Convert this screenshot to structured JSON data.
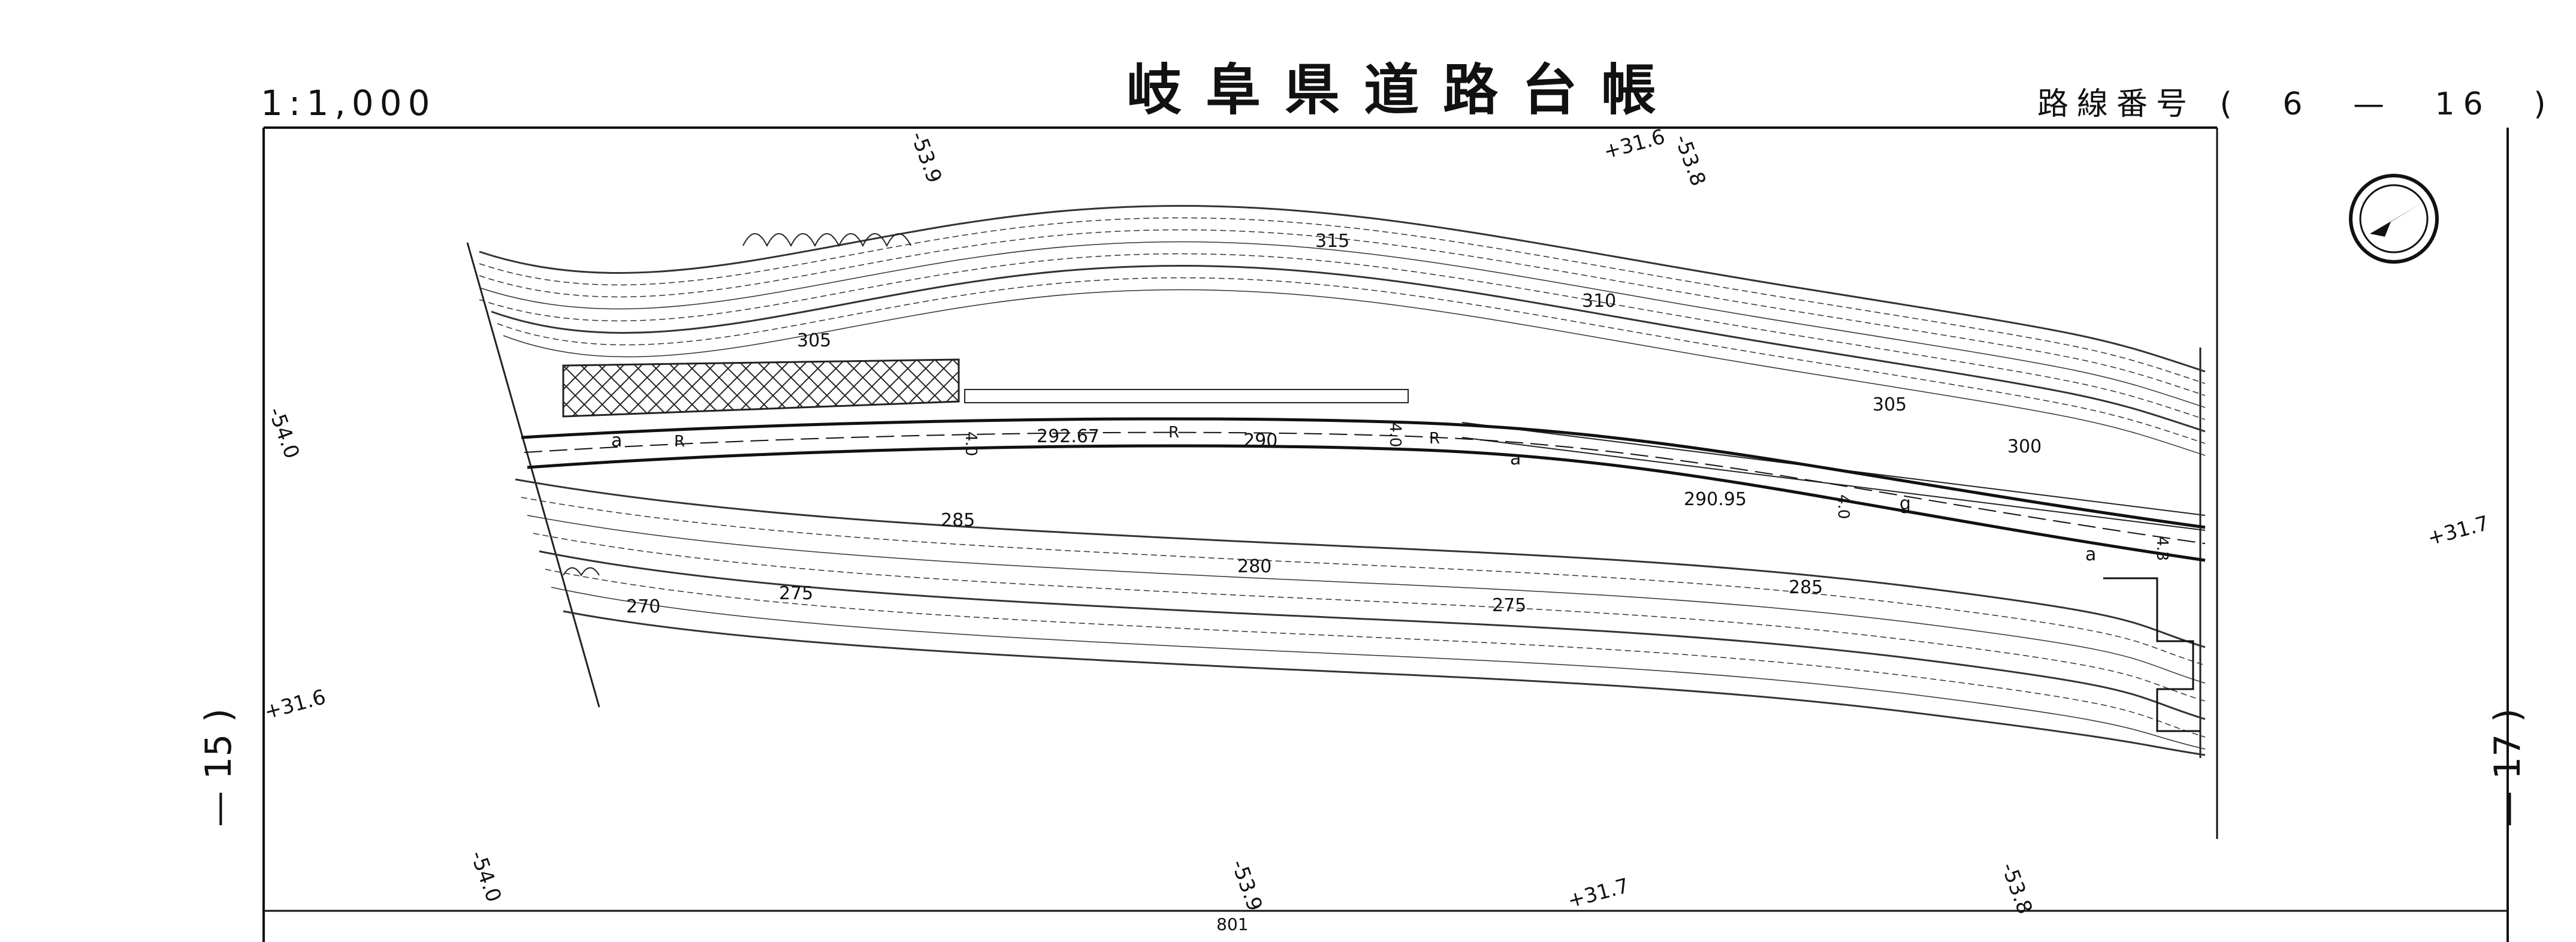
{
  "header": {
    "scale": "1:1,000",
    "title": "岐阜県道路台帳",
    "route_label": "路線番号",
    "route_open": "(",
    "route_left": "6",
    "route_dash": "—",
    "route_right": "16",
    "route_close": ")"
  },
  "sheet": {
    "prev_sheet": "— 15 )",
    "next_sheet": "— 17 )",
    "bottom_number": "801"
  },
  "grid_labels": {
    "top_1": "-53.9",
    "top_2": "+31.6",
    "top_3": "-53.8",
    "left_1": "-54.0",
    "left_2": "+31.6",
    "right_1": "+31.7",
    "bottom_1": "-54.0",
    "bottom_2": "-53.9",
    "bottom_3": "+31.7",
    "bottom_4": "-53.8"
  },
  "contours": {
    "c315": "315",
    "c310": "310",
    "c305a": "305",
    "c305b": "305",
    "c300": "300",
    "c285a": "285",
    "c285b": "285",
    "c280": "280",
    "c275a": "275",
    "c275b": "275",
    "c270": "270"
  },
  "road": {
    "elev_1": "292.67",
    "elev_2": "290",
    "elev_3": "290.95",
    "width_1": "4.0",
    "width_2": "4.0",
    "width_3": "4.0",
    "width_4": "4.3",
    "mark_a1": "a",
    "mark_a2": "a",
    "mark_a3": "a",
    "mark_g": "g",
    "mark_r1": "R",
    "mark_r2": "R",
    "mark_r3": "R"
  },
  "icons": {
    "north_arrow": "north-arrow-icon"
  }
}
